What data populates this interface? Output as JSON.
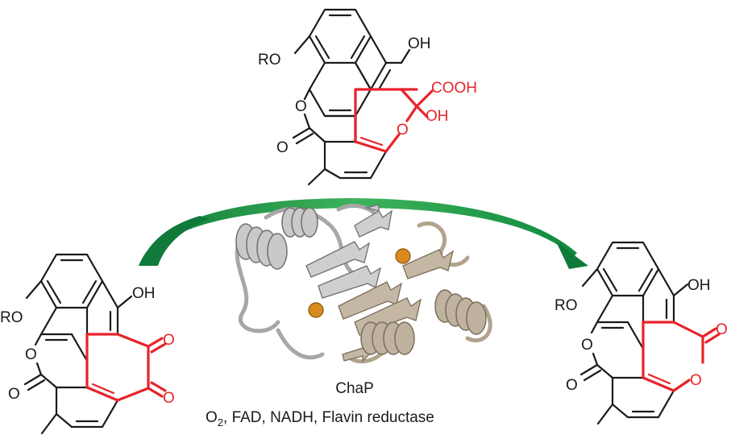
{
  "labels": {
    "ro": "RO",
    "oh": "OH",
    "o": "O",
    "cooh": "COOH"
  },
  "enzyme": {
    "name": "ChaP",
    "o2_prefix": "O",
    "o2_sub": "2",
    "cofactors_rest": ", FAD, NADH, Flavin reductase"
  },
  "colors": {
    "highlight": "#e8232a",
    "arrow": "#1f9a4a",
    "bond": "#1a1a1a",
    "protein_chain_a": "#c9c9c9",
    "protein_chain_b": "#bfb3a0",
    "metal_ion": "#d88a1e"
  }
}
